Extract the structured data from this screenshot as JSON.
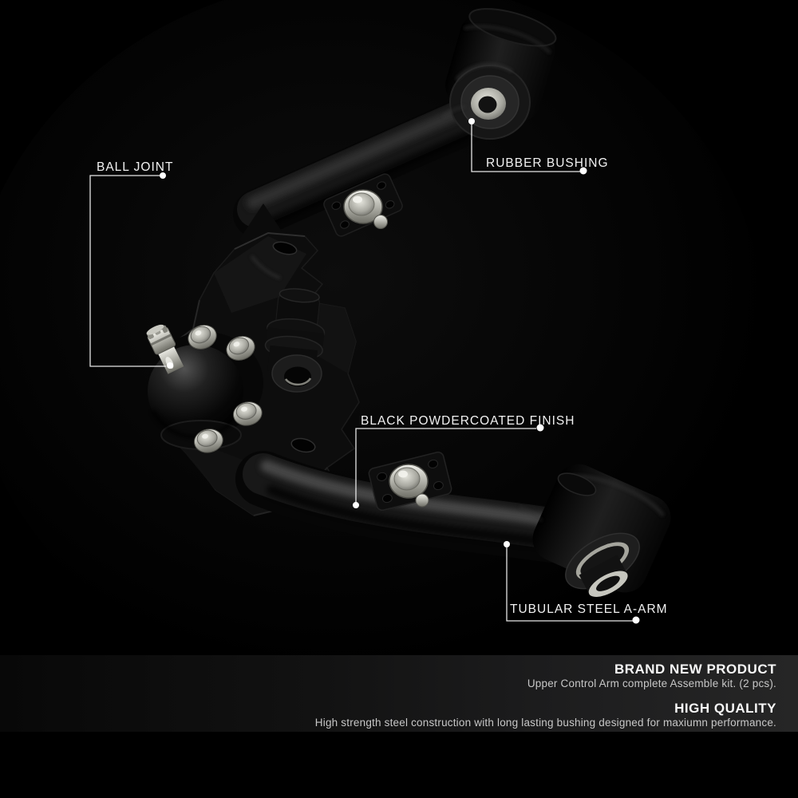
{
  "scene": {
    "type": "annotated-product-photo",
    "subject": "Black powdercoated tubular upper control arm with ball joint and rubber bushings",
    "background_color": "#000000"
  },
  "callouts": [
    {
      "id": "ball-joint",
      "label": "BALL JOINT"
    },
    {
      "id": "rubber-bushing",
      "label": "RUBBER BUSHING"
    },
    {
      "id": "black-powdercoated-finish",
      "label": "BLACK POWDERCOATED FINISH"
    },
    {
      "id": "tubular-steel-a-arm",
      "label": "TUBULAR STEEL A-ARM"
    }
  ],
  "footer": {
    "sections": [
      {
        "title": "BRAND NEW PRODUCT",
        "description": "Upper Control Arm complete Assemble kit. (2 pcs)."
      },
      {
        "title": "HIGH QUALITY",
        "description": "High strength steel construction with long lasting bushing designed for maxiumn performance."
      }
    ]
  },
  "colors": {
    "background": "#000000",
    "callout_line": "#f2f2f2",
    "callout_dot": "#ffffff",
    "label_text": "#f2f2f2",
    "footer_band_left": "#080808",
    "footer_band_right": "#262626",
    "footer_title": "#f7f7f7",
    "footer_description": "#c7c7c7",
    "part_body": "#0d0d0d",
    "metal_highlight": "#d8d8d0"
  }
}
